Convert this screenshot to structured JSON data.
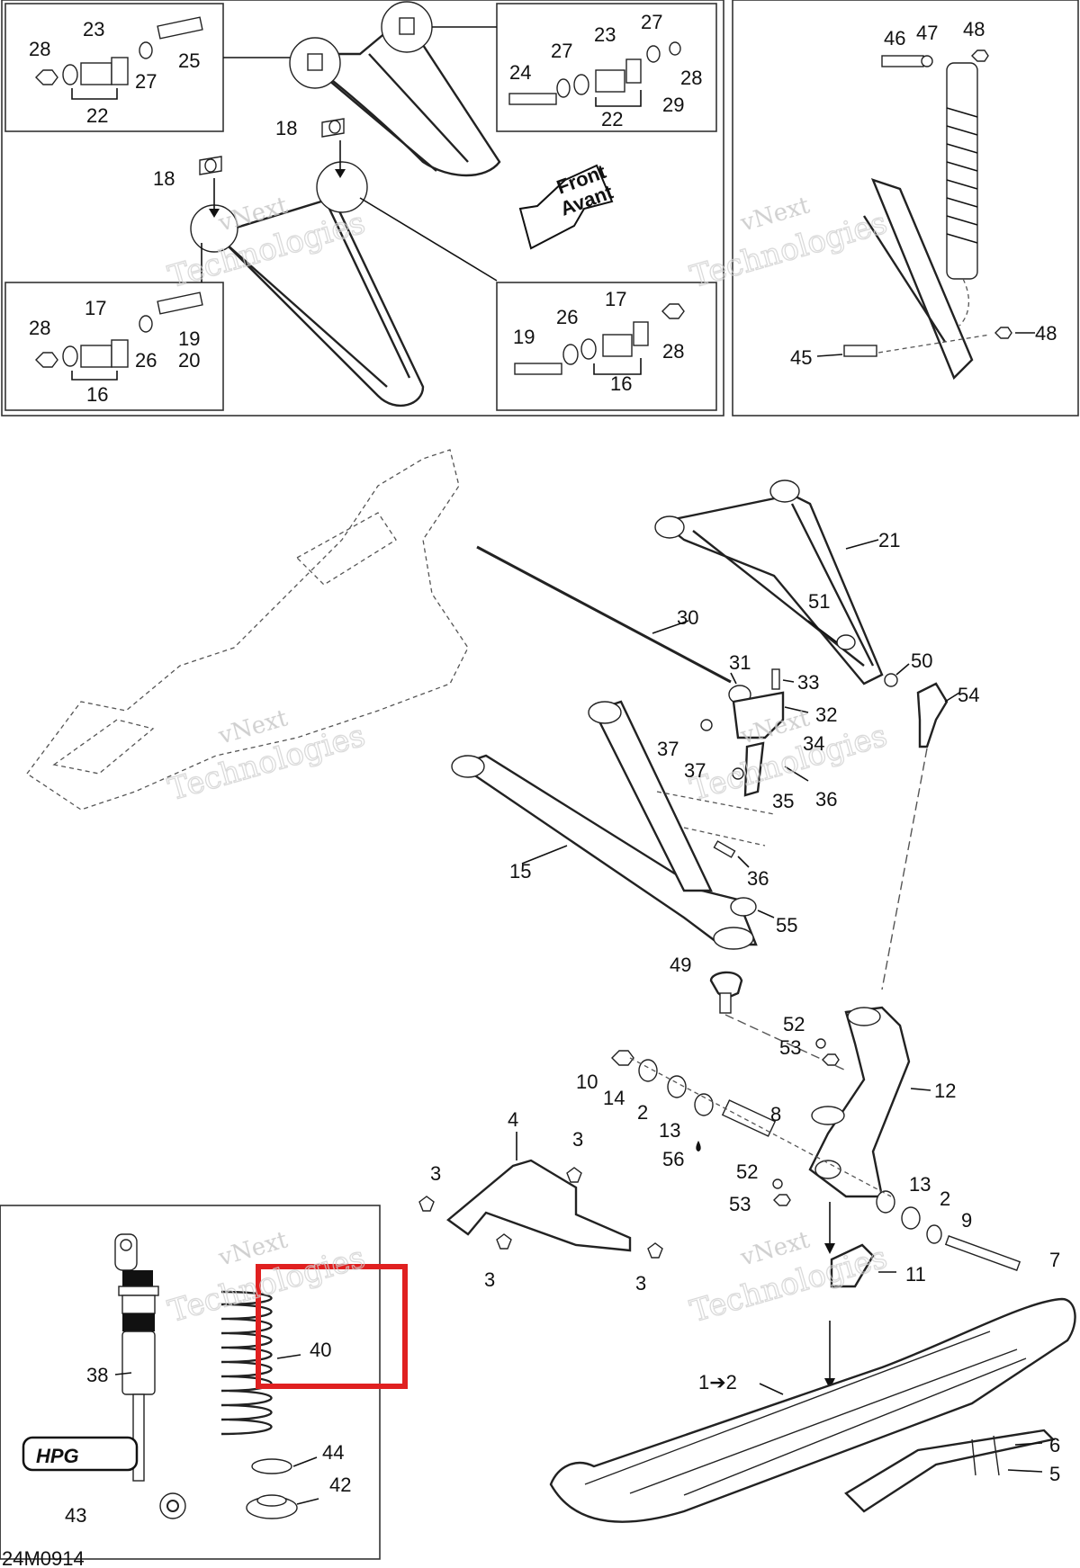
{
  "diagram_code": "24M0914",
  "front_arrow": {
    "line1": "Front",
    "line2": "Avant"
  },
  "watermark": {
    "line1": "vNext",
    "line2": "Technologies"
  },
  "hpg_logo": {
    "text": "HPG"
  },
  "highlight_color": "#e02020",
  "callouts": {
    "c1": "1",
    "c2": "2",
    "c3": "3",
    "c4": "4",
    "c5": "5",
    "c6": "6",
    "c7": "7",
    "c8": "8",
    "c9": "9",
    "c10": "10",
    "c11": "11",
    "c12": "12",
    "c13": "13",
    "c14": "14",
    "c15": "15",
    "c16": "16",
    "c17": "17",
    "c18": "18",
    "c19": "19",
    "c20": "20",
    "c21": "21",
    "c22": "22",
    "c23": "23",
    "c24": "24",
    "c25": "25",
    "c26": "26",
    "c27": "27",
    "c28": "28",
    "c29": "29",
    "c30": "30",
    "c31": "31",
    "c32": "32",
    "c33": "33",
    "c34": "34",
    "c35": "35",
    "c36": "36",
    "c37": "37",
    "c38": "38",
    "c40": "40",
    "c42": "42",
    "c43": "43",
    "c44": "44",
    "c45": "45",
    "c46": "46",
    "c47": "47",
    "c48": "48",
    "c49": "49",
    "c50": "50",
    "c51": "51",
    "c52": "52",
    "c53": "53",
    "c54": "54",
    "c55": "55",
    "c56": "56",
    "c1to2": "1➔2"
  }
}
